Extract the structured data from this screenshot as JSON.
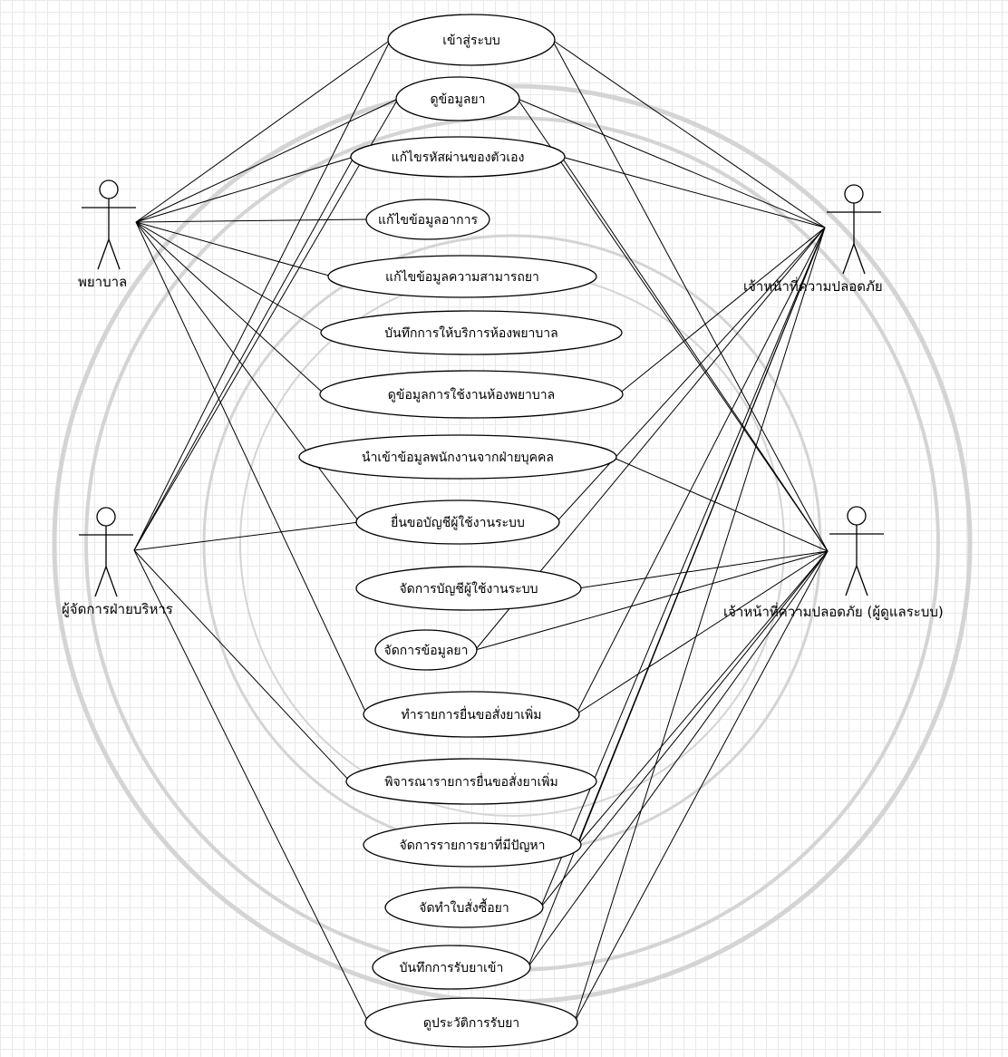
{
  "actors": [
    {
      "id": "nurse",
      "name": "พยาบาล"
    },
    {
      "id": "manager",
      "name": "ผู้จัดการฝ่ายบริหาร"
    },
    {
      "id": "officer",
      "name": "เจ้าหน้าที่ความปลอดภัย"
    },
    {
      "id": "admin",
      "name": "เจ้าหน้าที่ความปลอดภัย (ผู้ดูแลระบบ)"
    }
  ],
  "use_cases": [
    {
      "id": "login",
      "label": "เข้าสู่ระบบ"
    },
    {
      "id": "view-drug",
      "label": "ดูข้อมูลยา"
    },
    {
      "id": "change-password",
      "label": "แก้ไขรหัสผ่านของตัวเอง"
    },
    {
      "id": "edit-symptom",
      "label": "แก้ไขข้อมูลอาการ"
    },
    {
      "id": "edit-drug-ability",
      "label": "แก้ไขข้อมูลความสามารถยา"
    },
    {
      "id": "record-service",
      "label": "บันทึกการให้บริการห้องพยาบาล"
    },
    {
      "id": "view-usage",
      "label": "ดูข้อมูลการใช้งานห้องพยาบาล"
    },
    {
      "id": "import-employee",
      "label": "นำเข้าข้อมูลพนักงานจากฝ่ายบุคคล"
    },
    {
      "id": "request-account",
      "label": "ยื่นขอบัญชีผู้ใช้งานระบบ"
    },
    {
      "id": "manage-account",
      "label": "จัดการบัญชีผู้ใช้งานระบบ"
    },
    {
      "id": "manage-drug",
      "label": "จัดการข้อมูลยา"
    },
    {
      "id": "make-order-request",
      "label": "ทำรายการยื่นขอสั่งยาเพิ่ม"
    },
    {
      "id": "consider-order-request",
      "label": "พิจารณารายการยื่นขอสั่งยาเพิ่ม"
    },
    {
      "id": "manage-problem-drug",
      "label": "จัดการรายการยาที่มีปัญหา"
    },
    {
      "id": "make-purchase-order",
      "label": "จัดทำใบสั่งซื้อยา"
    },
    {
      "id": "record-receive",
      "label": "บันทึกการรับยาเข้า"
    },
    {
      "id": "view-receive-history",
      "label": "ดูประวัติการรับยา"
    }
  ],
  "associations": [
    [
      "nurse",
      "login"
    ],
    [
      "nurse",
      "view-drug"
    ],
    [
      "nurse",
      "change-password"
    ],
    [
      "nurse",
      "edit-symptom"
    ],
    [
      "nurse",
      "edit-drug-ability"
    ],
    [
      "nurse",
      "record-service"
    ],
    [
      "nurse",
      "view-usage"
    ],
    [
      "nurse",
      "request-account"
    ],
    [
      "nurse",
      "make-order-request"
    ],
    [
      "manager",
      "login"
    ],
    [
      "manager",
      "view-drug"
    ],
    [
      "manager",
      "change-password"
    ],
    [
      "manager",
      "request-account"
    ],
    [
      "manager",
      "consider-order-request"
    ],
    [
      "manager",
      "view-receive-history"
    ],
    [
      "officer",
      "login"
    ],
    [
      "officer",
      "view-drug"
    ],
    [
      "officer",
      "change-password"
    ],
    [
      "officer",
      "view-usage"
    ],
    [
      "officer",
      "request-account"
    ],
    [
      "officer",
      "manage-drug"
    ],
    [
      "officer",
      "make-order-request"
    ],
    [
      "officer",
      "manage-problem-drug"
    ],
    [
      "officer",
      "make-purchase-order"
    ],
    [
      "officer",
      "record-receive"
    ],
    [
      "officer",
      "view-receive-history"
    ],
    [
      "admin",
      "login"
    ],
    [
      "admin",
      "view-drug"
    ],
    [
      "admin",
      "change-password"
    ],
    [
      "admin",
      "import-employee"
    ],
    [
      "admin",
      "manage-account"
    ],
    [
      "admin",
      "manage-drug"
    ],
    [
      "admin",
      "make-order-request"
    ],
    [
      "admin",
      "manage-problem-drug"
    ],
    [
      "admin",
      "make-purchase-order"
    ],
    [
      "admin",
      "record-receive"
    ],
    [
      "admin",
      "view-receive-history"
    ]
  ],
  "colors": {
    "line": "#000000",
    "fill": "#ffffff",
    "grid": "#e9e9e9",
    "watermark": "#d4d4d4"
  },
  "watermark": {
    "type": "university-seal"
  }
}
